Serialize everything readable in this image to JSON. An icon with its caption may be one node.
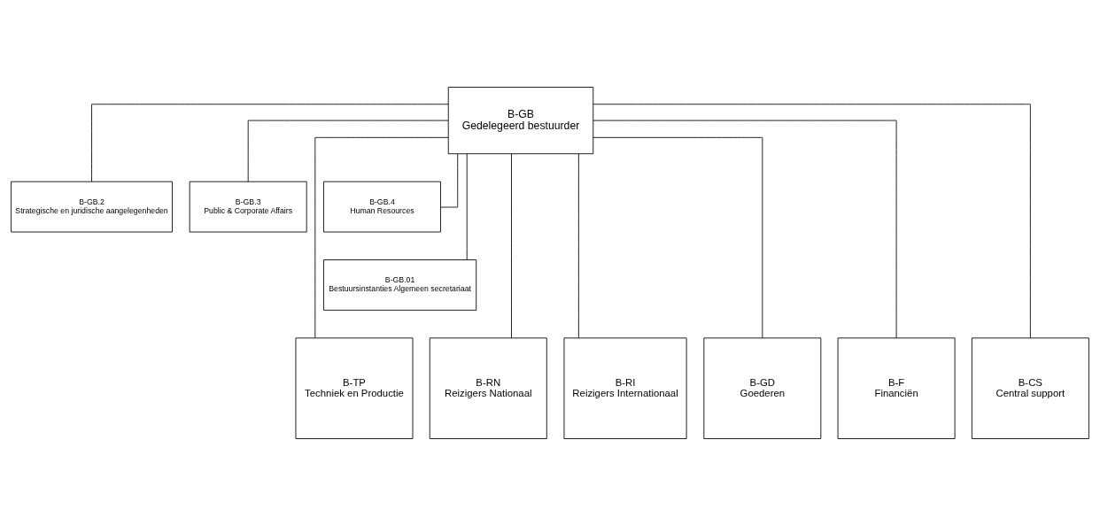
{
  "diagram": {
    "nodes": [
      {
        "text": [
          "B-GB",
          "Gedelegeerd bestuurder"
        ]
      },
      {
        "text": [
          "B-GB.2",
          "Strategische en juridische aangelegenheden"
        ]
      },
      {
        "text": [
          "B-GB.3",
          "Public & Corporate Affairs"
        ]
      },
      {
        "text": [
          "B-GB.4",
          "Human Resources"
        ]
      },
      {
        "text": [
          "B-GB.01",
          "Bestuursinstanties Algemeen secretariaat"
        ]
      },
      {
        "text": [
          "B-TP",
          "Techniek en Productie"
        ]
      },
      {
        "text": [
          "B-RN",
          "Reizigers Nationaal"
        ]
      },
      {
        "text": [
          "B-RI",
          "Reizigers Internationaal"
        ]
      },
      {
        "text": [
          "B-GD",
          "Goederen"
        ]
      },
      {
        "text": [
          "B-F",
          "Financiën"
        ]
      },
      {
        "text": [
          "B-CS",
          "Central support"
        ]
      }
    ],
    "edges": [
      {
        "from": 0,
        "to": 4,
        "arrow": "none"
      },
      {
        "from": 0,
        "to": 1,
        "arrow": "none"
      },
      {
        "from": 0,
        "to": 2,
        "arrow": "none"
      },
      {
        "from": 0,
        "to": 3,
        "arrow": "none"
      },
      {
        "from": 0,
        "to": 5,
        "arrow": "none"
      },
      {
        "from": 0,
        "to": 6,
        "arrow": "none"
      },
      {
        "from": 0,
        "to": 7,
        "arrow": "none"
      },
      {
        "from": 0,
        "to": 8,
        "arrow": "none"
      },
      {
        "from": 0,
        "to": 9,
        "arrow": "none"
      },
      {
        "from": 0,
        "to": 10,
        "arrow": "none"
      }
    ]
  }
}
